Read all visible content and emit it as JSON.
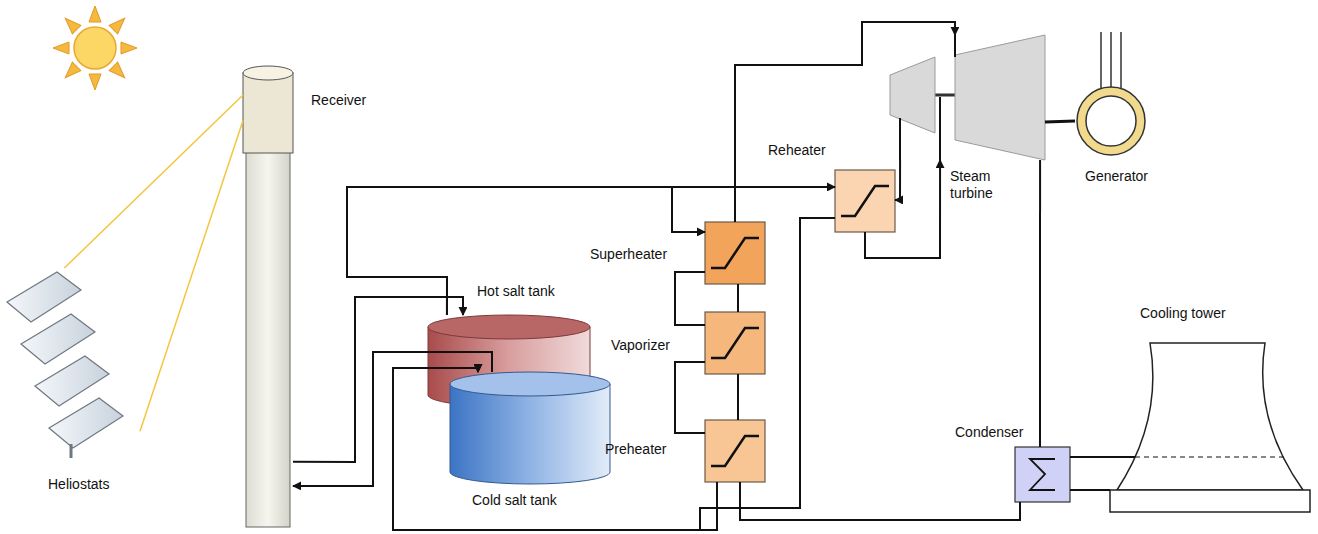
{
  "diagram": {
    "nodes": [
      {
        "text": [
          "Heliostats"
        ]
      },
      {
        "text": [
          "Receiver"
        ]
      },
      {
        "text": [
          "Hot salt tank"
        ]
      },
      {
        "text": [
          "Cold salt tank"
        ]
      },
      {
        "text": [
          "Superheater"
        ]
      },
      {
        "text": [
          "Vaporizer"
        ]
      },
      {
        "text": [
          "Preheater"
        ]
      },
      {
        "text": [
          "Reheater"
        ]
      },
      {
        "text": [
          "Steam turbine"
        ]
      },
      {
        "text": [
          "Generator"
        ]
      },
      {
        "text": [
          "Condenser"
        ]
      },
      {
        "text": [
          "Cooling tower"
        ]
      }
    ],
    "edges": [
      {
        "from": 0,
        "to": 1,
        "arrow": "none"
      },
      {
        "from": 0,
        "to": 1,
        "arrow": "none"
      },
      {
        "from": 1,
        "to": 2,
        "arrow": "to"
      },
      {
        "from": 3,
        "to": 1,
        "arrow": "to"
      },
      {
        "from": 2,
        "to": 4,
        "arrow": "to"
      },
      {
        "from": 2,
        "to": 7,
        "arrow": "to"
      },
      {
        "from": 4,
        "to": 5,
        "arrow": "none"
      },
      {
        "from": 5,
        "to": 6,
        "arrow": "none"
      },
      {
        "from": 6,
        "to": 3,
        "arrow": "to"
      },
      {
        "from": 7,
        "to": 3,
        "arrow": "to"
      },
      {
        "from": 10,
        "to": 6,
        "arrow": "none"
      },
      {
        "from": 6,
        "to": 5,
        "arrow": "none"
      },
      {
        "from": 5,
        "to": 4,
        "arrow": "none"
      },
      {
        "from": 4,
        "to": 8,
        "arrow": "to"
      },
      {
        "from": 8,
        "to": 7,
        "arrow": "to"
      },
      {
        "from": 7,
        "to": 8,
        "arrow": "to"
      },
      {
        "from": 8,
        "to": 9,
        "arrow": "none"
      },
      {
        "from": 8,
        "to": 10,
        "arrow": "none"
      },
      {
        "from": 10,
        "to": 11,
        "arrow": "none"
      },
      {
        "from": 10,
        "to": 11,
        "arrow": "none"
      }
    ]
  }
}
